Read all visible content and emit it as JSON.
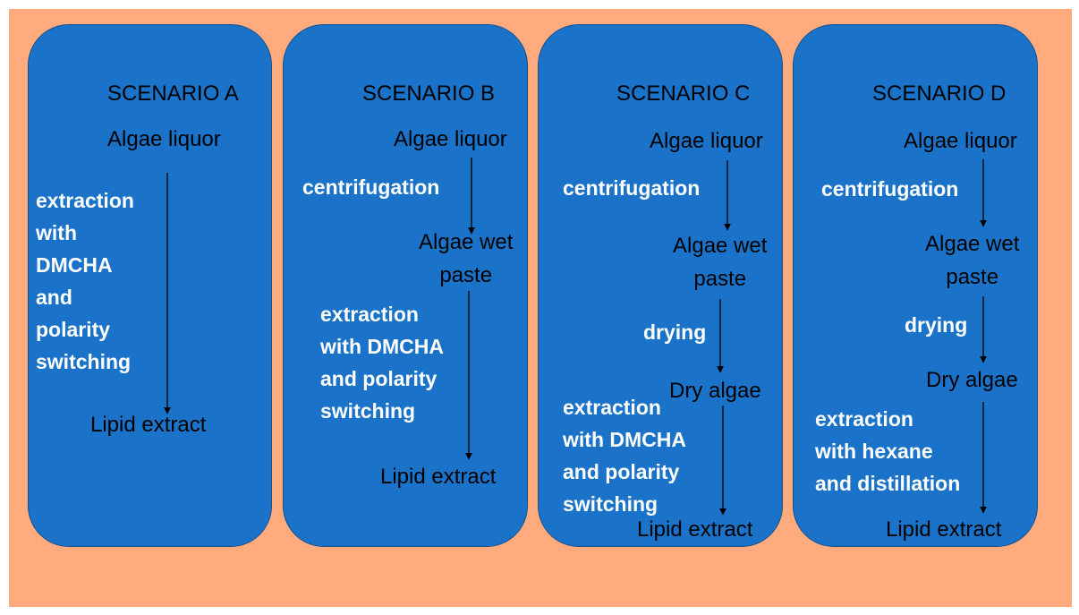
{
  "colors": {
    "background": "#ffab7d",
    "panel": "#1a73c8",
    "panel_border": "#14508e",
    "node_text": "#000000",
    "step_text": "#ffffff"
  },
  "scenarios": [
    {
      "title": "SCENARIO A",
      "nodes": [
        "Algae liquor",
        "Lipid extract"
      ],
      "steps": [
        "extraction\nwith\nDMCHA\nand\npolarity\nswitching"
      ]
    },
    {
      "title": "SCENARIO B",
      "nodes": [
        "Algae liquor",
        "Algae wet\npaste",
        "Lipid extract"
      ],
      "steps": [
        "centrifugation",
        "extraction\nwith DMCHA\nand polarity\nswitching"
      ]
    },
    {
      "title": "SCENARIO C",
      "nodes": [
        "Algae liquor",
        "Algae wet\npaste",
        "Dry algae",
        "Lipid extract"
      ],
      "steps": [
        "centrifugation",
        "drying",
        "extraction\nwith DMCHA\nand polarity\nswitching"
      ]
    },
    {
      "title": "SCENARIO D",
      "nodes": [
        "Algae liquor",
        "Algae wet\npaste",
        "Dry algae",
        "Lipid extract"
      ],
      "steps": [
        "centrifugation",
        "drying",
        "extraction\nwith hexane\nand distillation"
      ]
    }
  ]
}
